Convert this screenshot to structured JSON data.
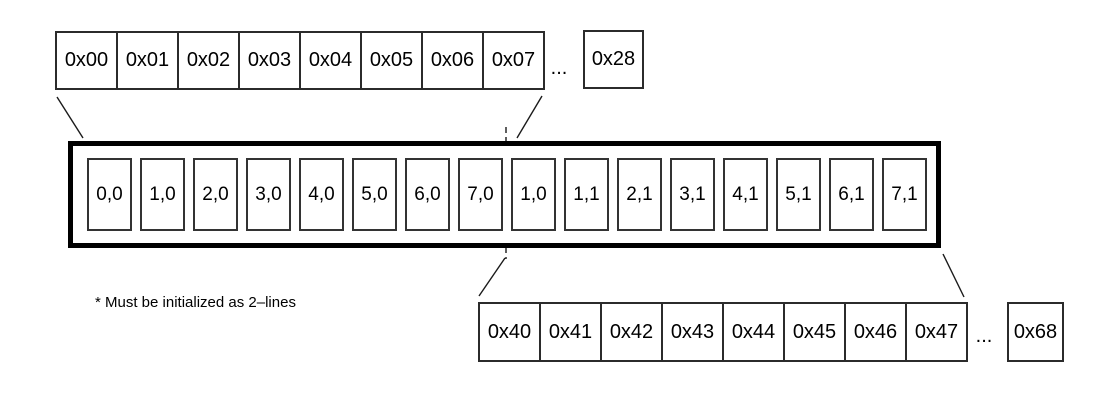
{
  "figure": {
    "top_address_strip": {
      "cells": [
        "0x00",
        "0x01",
        "0x02",
        "0x03",
        "0x04",
        "0x05",
        "0x06",
        "0x07"
      ],
      "ellipsis": "...",
      "end_cell": "0x28"
    },
    "line_buffer": {
      "cells": [
        "0,0",
        "1,0",
        "2,0",
        "3,0",
        "4,0",
        "5,0",
        "6,0",
        "7,0",
        "1,0",
        "1,1",
        "2,1",
        "3,1",
        "4,1",
        "5,1",
        "6,1",
        "7,1"
      ]
    },
    "bottom_address_strip": {
      "cells": [
        "0x40",
        "0x41",
        "0x42",
        "0x43",
        "0x44",
        "0x45",
        "0x46",
        "0x47"
      ],
      "ellipsis": "...",
      "end_cell": "0x68"
    },
    "footnote": "* Must be initialized as 2–lines",
    "colors": {
      "ink": "#000000",
      "strip_border": "#2b2b2b",
      "cell_border": "#333333",
      "thick_border": "#000000",
      "background": "#ffffff"
    }
  }
}
